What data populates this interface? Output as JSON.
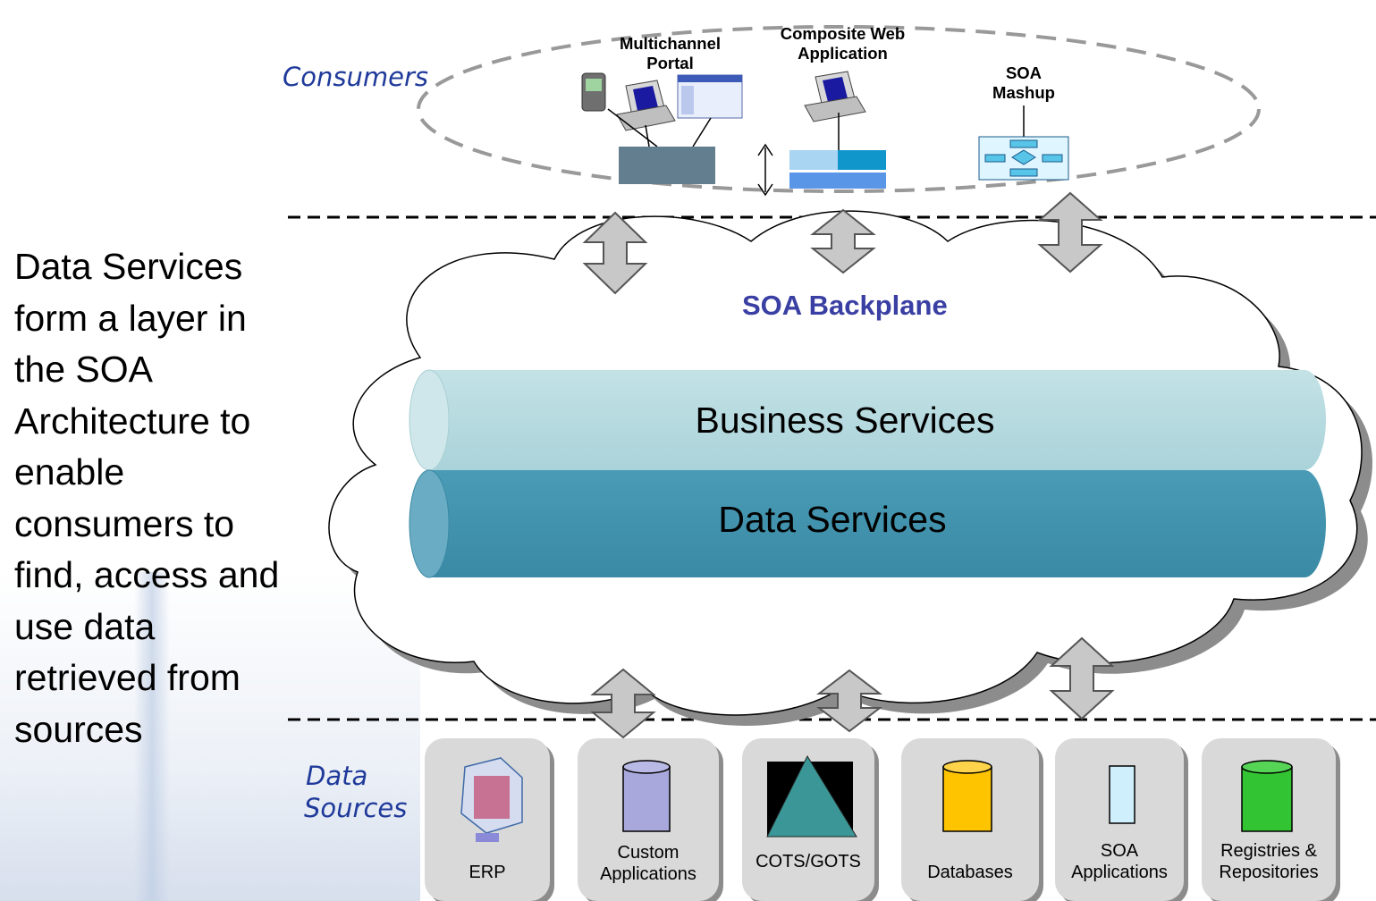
{
  "left_text": "Data Services form a layer in the SOA Architecture to enable consumers to find, access and use data retrieved from sources",
  "consumers_label": "Consumers",
  "data_sources_label": [
    "Data",
    "Sources"
  ],
  "consumers": {
    "multichannel": [
      "Multichannel",
      "Portal"
    ],
    "composite": [
      "Composite Web",
      "Application"
    ],
    "mashup": [
      "SOA",
      "Mashup"
    ]
  },
  "backplane_label": "SOA Backplane",
  "layers": {
    "business": "Business Services",
    "data": "Data Services"
  },
  "sources": {
    "erp": "ERP",
    "custom": [
      "Custom",
      "Applications"
    ],
    "cots": "COTS/GOTS",
    "databases": "Databases",
    "soa_apps": [
      "SOA",
      "Applications"
    ],
    "registries": [
      "Registries &",
      "Repositories"
    ]
  },
  "colors": {
    "business_band": "#b3d9de",
    "data_band": "#4192ad",
    "custom_db": "#a8a8dc",
    "databases_db": "#ffc400",
    "registries_db": "#33c433",
    "cots_triangle": "#3b9797",
    "label_blue": "#1f3a9a"
  }
}
